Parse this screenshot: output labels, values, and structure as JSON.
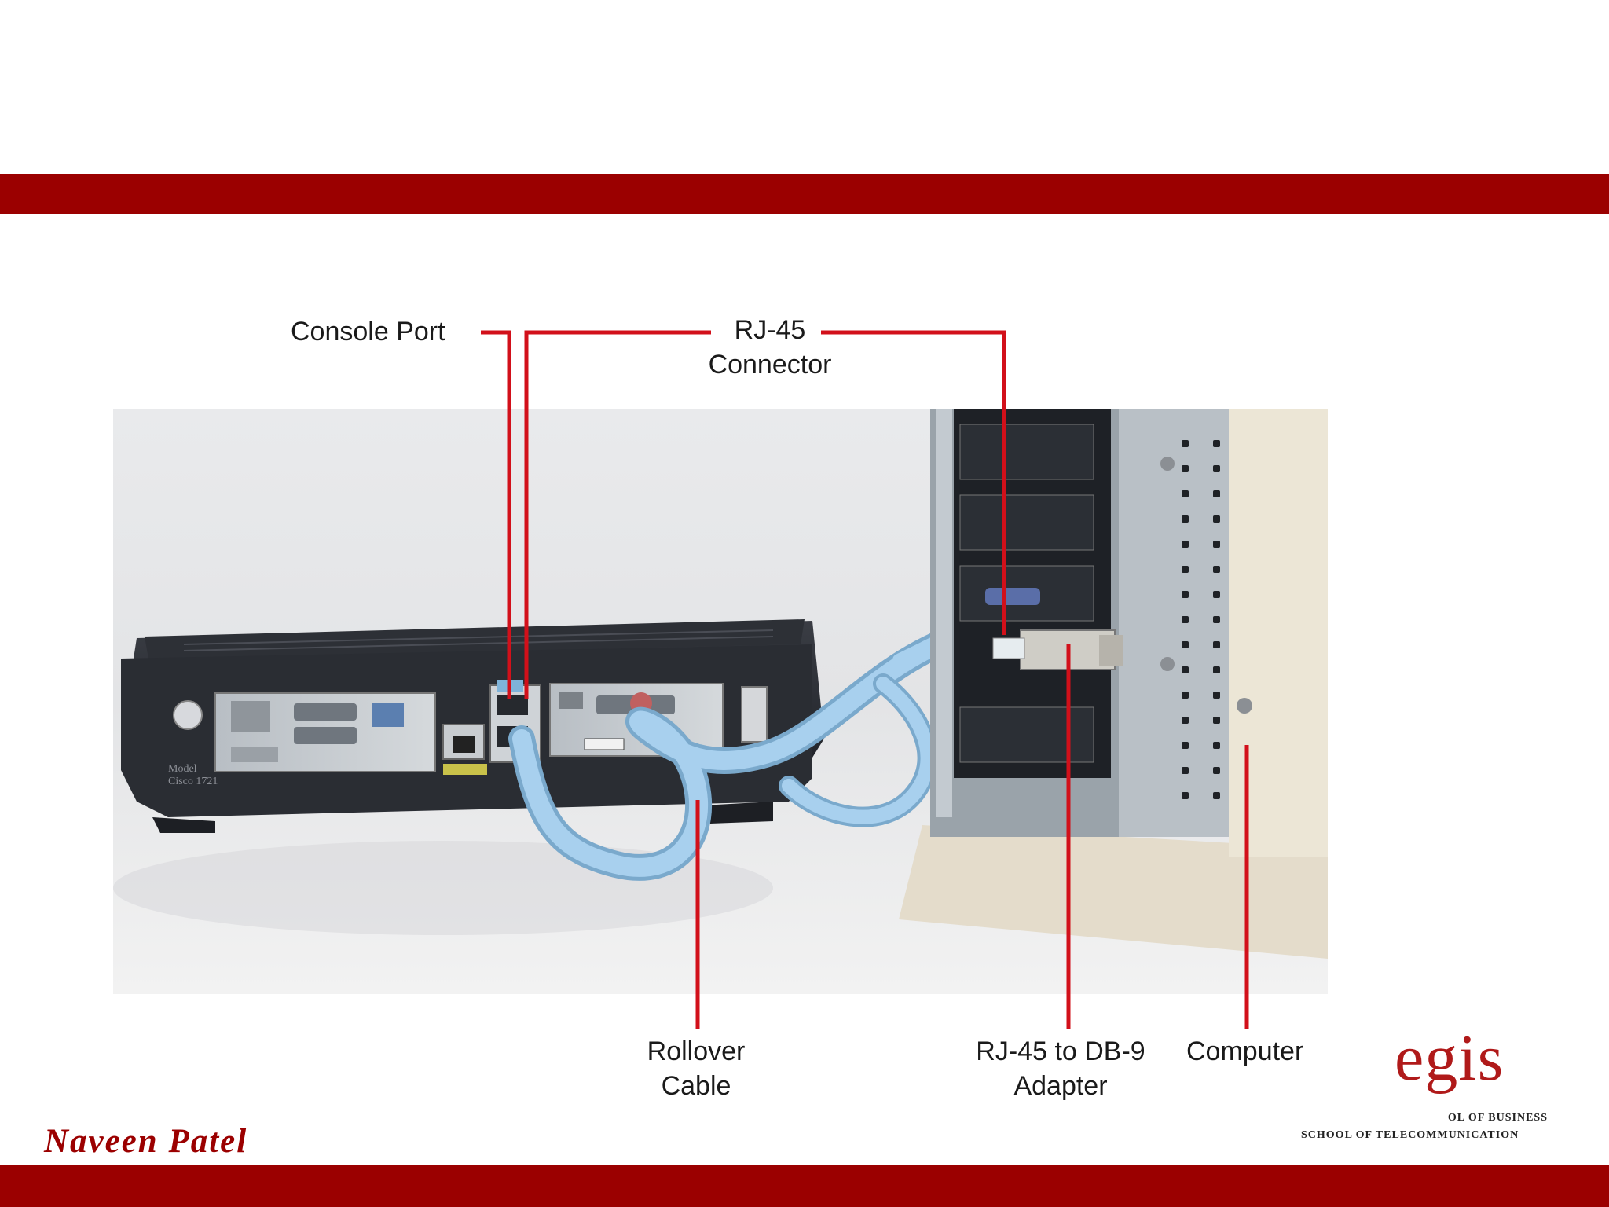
{
  "colors": {
    "band": "#9b0000",
    "leader": "#d2101a",
    "author": "#9b0000",
    "logo": "#b01a1a",
    "cable": "#9cc6e6",
    "router": "#23262d"
  },
  "callouts": {
    "console_port": "Console Port",
    "rj45_line1": "RJ-45",
    "rj45_line2": "Connector",
    "rollover_line1": "Rollover",
    "rollover_line2": "Cable",
    "adapter_line1": "RJ-45 to DB-9",
    "adapter_line2": "Adapter",
    "computer": "Computer"
  },
  "photo_text": {
    "model_line1": "Model",
    "model_line2": "Cisco 1721"
  },
  "footer": {
    "author": "Naveen Patel"
  },
  "logo": {
    "word": "egis",
    "line1": "OL OF BUSINESS",
    "line2": "SCHOOL OF TELECOMMUNICATION"
  }
}
